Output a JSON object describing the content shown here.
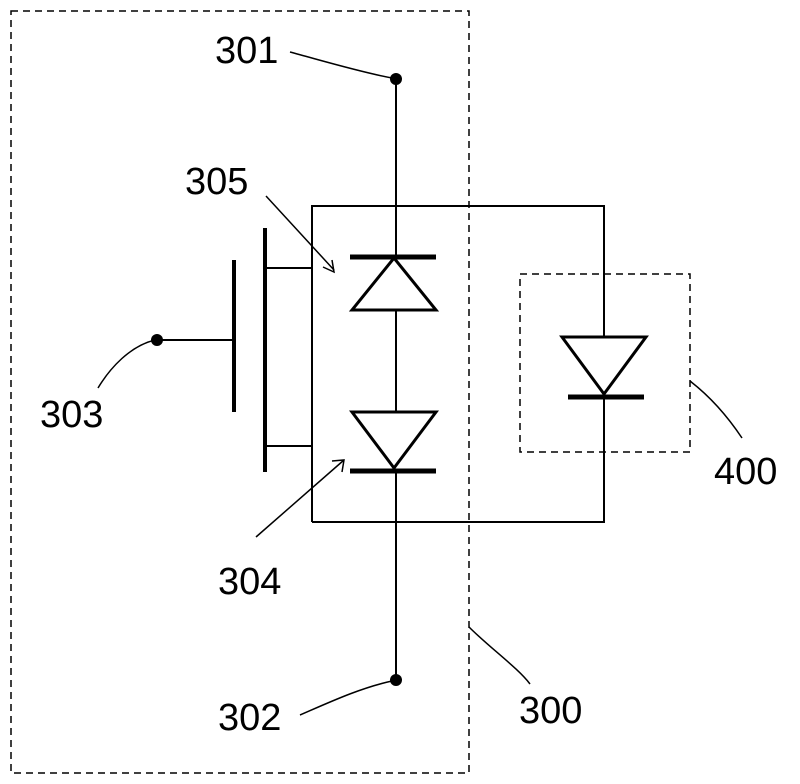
{
  "labels": {
    "terminal_top": "301",
    "terminal_bottom": "302",
    "gate": "303",
    "diode_lower": "304",
    "diode_upper": "305",
    "module": "300",
    "external_diode": "400"
  },
  "colors": {
    "ink": "#000000",
    "background": "#ffffff"
  }
}
